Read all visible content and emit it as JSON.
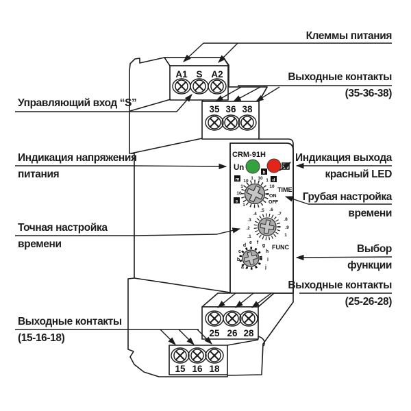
{
  "callouts": {
    "power_terminals": {
      "line1": "Клеммы питания"
    },
    "output_contacts_35_36_38": {
      "line1": "Выходные контакты",
      "line2": "(35-36-38)"
    },
    "control_input_s": {
      "line1": "Управляющий вход “S”"
    },
    "power_voltage_indication": {
      "line1": "Индикация напряжения",
      "line2": "питания"
    },
    "output_indication_red_led": {
      "line1": "Индикация выхода",
      "line2": "красный LED"
    },
    "coarse_time_setting": {
      "line1": "Грубая настройка",
      "line2": "времени"
    },
    "fine_time_setting": {
      "line1": "Точная настройка",
      "line2": "времени"
    },
    "function_selection": {
      "line1": "Выбор",
      "line2": "функции"
    },
    "output_contacts_25_26_28": {
      "line1": "Выходные контакты",
      "line2": "(25-26-28)"
    },
    "output_contacts_15_16_18": {
      "line1": "Выходные контакты",
      "line2": "(15-16-18)"
    }
  },
  "device": {
    "model": "CRM-91H",
    "supply_led_label": "Un",
    "time_knob_label": "TIME",
    "func_knob_label": "FUNC",
    "on_label": "ON",
    "off_label": "OFF",
    "unit_minutes": "m",
    "unit_hours": "h",
    "unit_days": "d",
    "unit_seconds": "s",
    "time_marks": {
      "top": [
        "10",
        "1",
        "10",
        "1"
      ],
      "left": [
        "1",
        "10"
      ],
      "right": [
        "10"
      ],
      "bottom_left": [
        "1"
      ]
    },
    "fine_marks": [
      ".1",
      ".2",
      ".3",
      ".4",
      ".5",
      ".6",
      ".7",
      ".8",
      ".9",
      "1"
    ],
    "func_marks": [
      "a",
      "b",
      "c",
      "d",
      "e",
      "f",
      "g",
      "h",
      "i",
      "j"
    ],
    "terminals": {
      "top": [
        "A1",
        "S",
        "A2"
      ],
      "upper": [
        "35",
        "36",
        "38"
      ],
      "lower": [
        "25",
        "26",
        "28"
      ],
      "bottom": [
        "15",
        "16",
        "18"
      ]
    },
    "colors": {
      "led_green": "#33a23d",
      "led_red": "#e1251b",
      "line": "#1c1c1c"
    }
  }
}
